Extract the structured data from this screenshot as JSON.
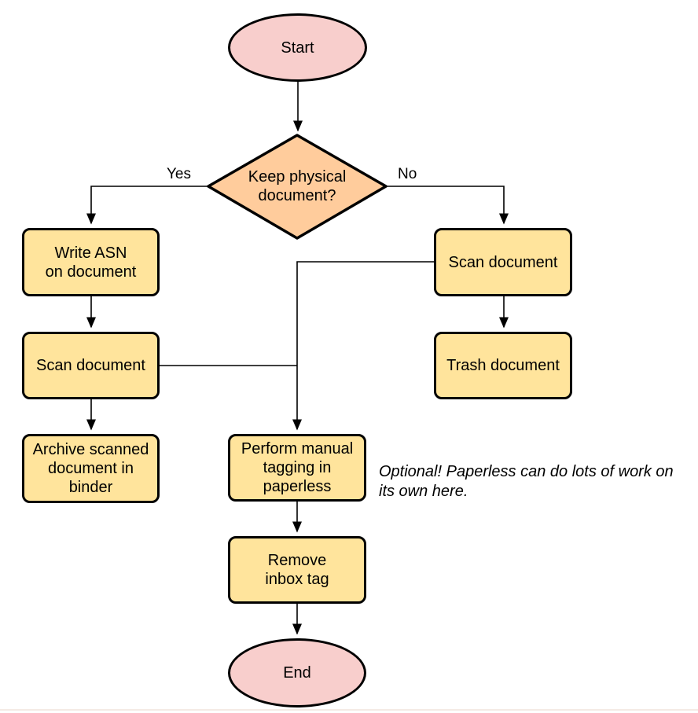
{
  "nodes": {
    "start": {
      "label": "Start",
      "type": "terminator"
    },
    "decision": {
      "label": "Keep physical\ndocument?",
      "type": "decision"
    },
    "write_asn": {
      "label": "Write ASN\non document",
      "type": "process"
    },
    "scan_left": {
      "label": "Scan document",
      "type": "process"
    },
    "archive": {
      "label": "Archive scanned\ndocument in\nbinder",
      "type": "process"
    },
    "scan_right": {
      "label": "Scan document",
      "type": "process"
    },
    "trash": {
      "label": "Trash document",
      "type": "process"
    },
    "tagging": {
      "label": "Perform manual\ntagging in\npaperless",
      "type": "process"
    },
    "remove_inbox": {
      "label": "Remove\ninbox tag",
      "type": "process"
    },
    "end": {
      "label": "End",
      "type": "terminator"
    }
  },
  "edge_labels": {
    "yes": "Yes",
    "no": "No"
  },
  "annotation": "Optional! Paperless can do lots of work on\nits own here.",
  "colors": {
    "terminator_fill": "#F8CECC",
    "decision_fill": "#FFCC9C",
    "process_fill": "#FFE49C",
    "shape_stroke": "#000000",
    "connector_stroke": "#000000",
    "text": "#000000"
  }
}
